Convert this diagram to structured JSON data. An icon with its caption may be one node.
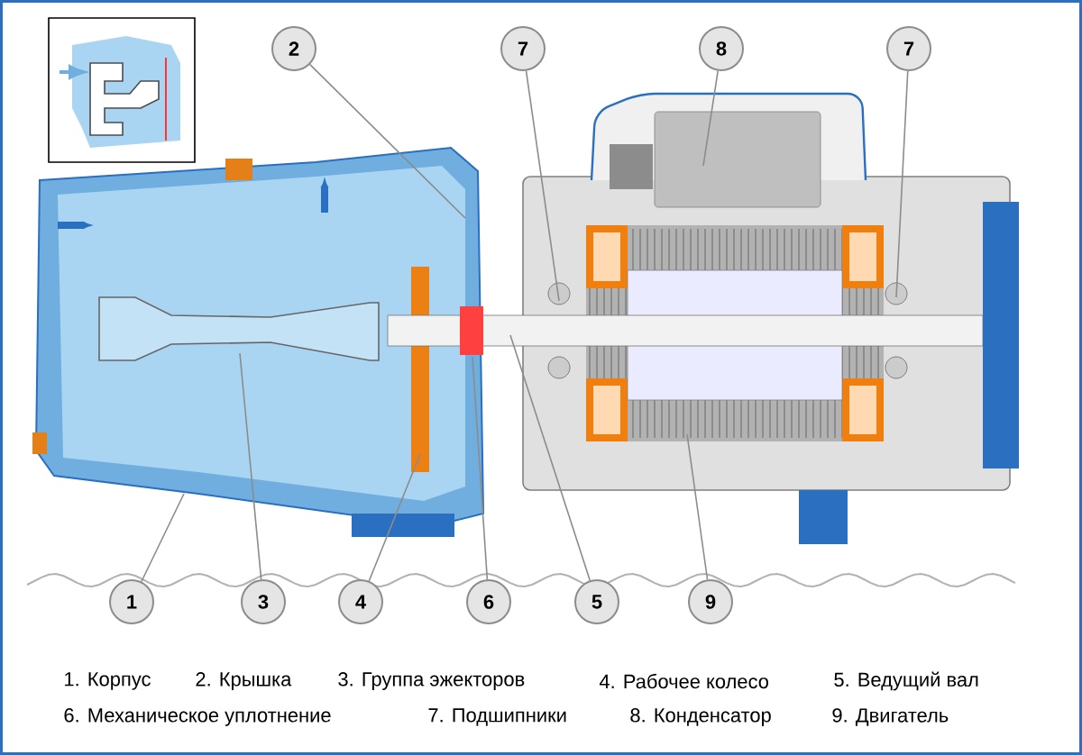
{
  "diagram": {
    "nodes": [
      {
        "text": [
          "2"
        ]
      },
      {
        "text": [
          "7"
        ]
      },
      {
        "text": [
          "8"
        ]
      },
      {
        "text": [
          "7"
        ]
      },
      {
        "text": [
          "1"
        ]
      },
      {
        "text": [
          "3"
        ]
      },
      {
        "text": [
          "4"
        ]
      },
      {
        "text": [
          "6"
        ]
      },
      {
        "text": [
          "5"
        ]
      },
      {
        "text": [
          "9"
        ]
      }
    ],
    "edges": [
      {
        "from": 0,
        "to": null,
        "arrow": "none"
      },
      {
        "from": 1,
        "to": null,
        "arrow": "none"
      },
      {
        "from": 2,
        "to": null,
        "arrow": "none"
      },
      {
        "from": 3,
        "to": null,
        "arrow": "none"
      },
      {
        "from": 4,
        "to": null,
        "arrow": "none"
      },
      {
        "from": 5,
        "to": null,
        "arrow": "none"
      },
      {
        "from": 6,
        "to": null,
        "arrow": "none"
      },
      {
        "from": 7,
        "to": null,
        "arrow": "none"
      },
      {
        "from": 8,
        "to": null,
        "arrow": "none"
      },
      {
        "from": 9,
        "to": null,
        "arrow": "none"
      }
    ],
    "labels": [
      "1. Корпус",
      "2. Крышка",
      "3. Группа эжекторов",
      "4. Рабочее колесо",
      "5. Ведущий вал",
      "6. Механическое уплотнение",
      "7. Подшипники",
      "8. Конденсатор",
      "9. Двигатель"
    ]
  }
}
